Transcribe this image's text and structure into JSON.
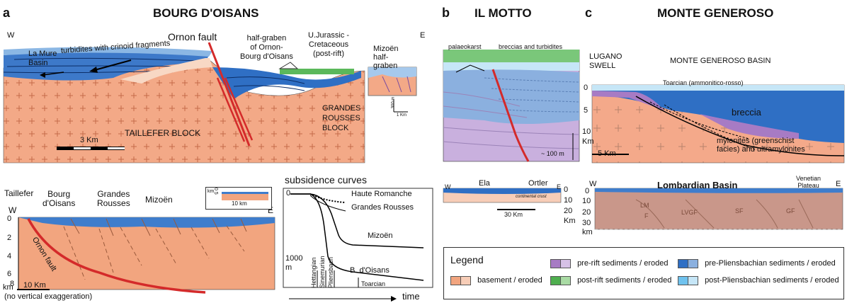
{
  "panels": {
    "a": {
      "letter": "a",
      "title": "BOURG D'OISANS",
      "west": "W",
      "east": "E",
      "labels": {
        "la_mure": [
          "La Mure",
          "Basin"
        ],
        "turbidites": "turbidites with crinoid fragments",
        "ornon_fault": "Ornon fault",
        "half_graben": [
          "half-graben",
          "of Ornon-",
          "Bourg d'Oisans"
        ],
        "ujurassic": [
          "U.Jurassic -",
          "Cretaceous",
          "(post-rift)"
        ],
        "mizoen_hg": [
          "Mizoën",
          "half-",
          "graben"
        ],
        "grandes_rousses": [
          "GRANDES",
          "ROUSSES",
          "BLOCK"
        ],
        "taillefer_block": "TAILLEFER  BLOCK",
        "scale": "3 Km",
        "inset_v": "300 m",
        "inset_h": "1 Km"
      },
      "section": {
        "taillefer": "Taillefer",
        "bourg": [
          "Bourg",
          "d'Oisans"
        ],
        "grandes": [
          "Grandes",
          "Rousses"
        ],
        "mizoen": "Mizoën",
        "west": "W",
        "east": "E",
        "depth_ticks": [
          "0",
          "2",
          "4",
          "6",
          "8"
        ],
        "km": "km",
        "fault": "Ornon fault",
        "scale": "10 Km",
        "note": "(no vertical exaggeration)",
        "inset_km": "km",
        "inset_v": "0 5",
        "inset_h": "10 km"
      },
      "subsidence": {
        "title": "subsidence curves",
        "series": [
          "Haute Romanche",
          "Grandes Rousses",
          "Mizoën",
          "B. d'Oisans"
        ],
        "yscale": "1000",
        "yunit": "m",
        "zero": "0",
        "stages": [
          "Hettangian",
          "Sinemurian",
          "Pliensbach"
        ],
        "toarcian": "Toarcian",
        "time": "time"
      }
    },
    "b": {
      "letter": "b",
      "title": "IL MOTTO",
      "labels": {
        "palaeokarst": "palaeokarst",
        "breccias": "breccias and turbidites",
        "scale": "~ 100 m"
      },
      "section": {
        "west": "W",
        "ela": "Ela",
        "ortler": "Ortler",
        "east": "E",
        "depth_ticks": [
          "0",
          "10",
          "20"
        ],
        "km": "Km",
        "scale": "30 Km",
        "crust": "continental crust"
      }
    },
    "c": {
      "letter": "c",
      "title": "MONTE GENEROSO",
      "labels": {
        "lugano": [
          "LUGANO",
          "SWELL"
        ],
        "basin": "MONTE GENEROSO BASIN",
        "toarcian": "Toarcian (ammonitico-rosso)",
        "breccia": "breccia",
        "mylonites": [
          "mylonites (greenschist",
          "facies) and ultramylonites"
        ],
        "depth_ticks": [
          "0",
          "5",
          "10"
        ],
        "km": "Km",
        "scale": "5 Km"
      },
      "section": {
        "west": "W",
        "title": "Lombardian Basin",
        "venetian": [
          "Venetian",
          "Plateau"
        ],
        "east": "E",
        "depth_ticks": [
          "0",
          "10",
          "20",
          "30"
        ],
        "km": "km",
        "faults": [
          "LM",
          "F",
          "LVGF",
          "SF",
          "GF"
        ]
      }
    }
  },
  "legend": {
    "title": "Legend",
    "items": [
      {
        "label": "basement / eroded",
        "color1": "#f2a57f",
        "color2": "#f7cdb7"
      },
      {
        "label": "pre-rift sediments / eroded",
        "color1": "#a77bc4",
        "color2": "#d6c1e6"
      },
      {
        "label": "post-rift sediments / eroded",
        "color1": "#4faf4f",
        "color2": "#a9dba4"
      },
      {
        "label": "pre-Pliensbachian sediments / eroded",
        "color1": "#2f6fc4",
        "color2": "#8bb0df"
      },
      {
        "label": "post-Pliensbachian sediments / eroded",
        "color1": "#6fc2ee",
        "color2": "#c6e6f7"
      }
    ]
  }
}
